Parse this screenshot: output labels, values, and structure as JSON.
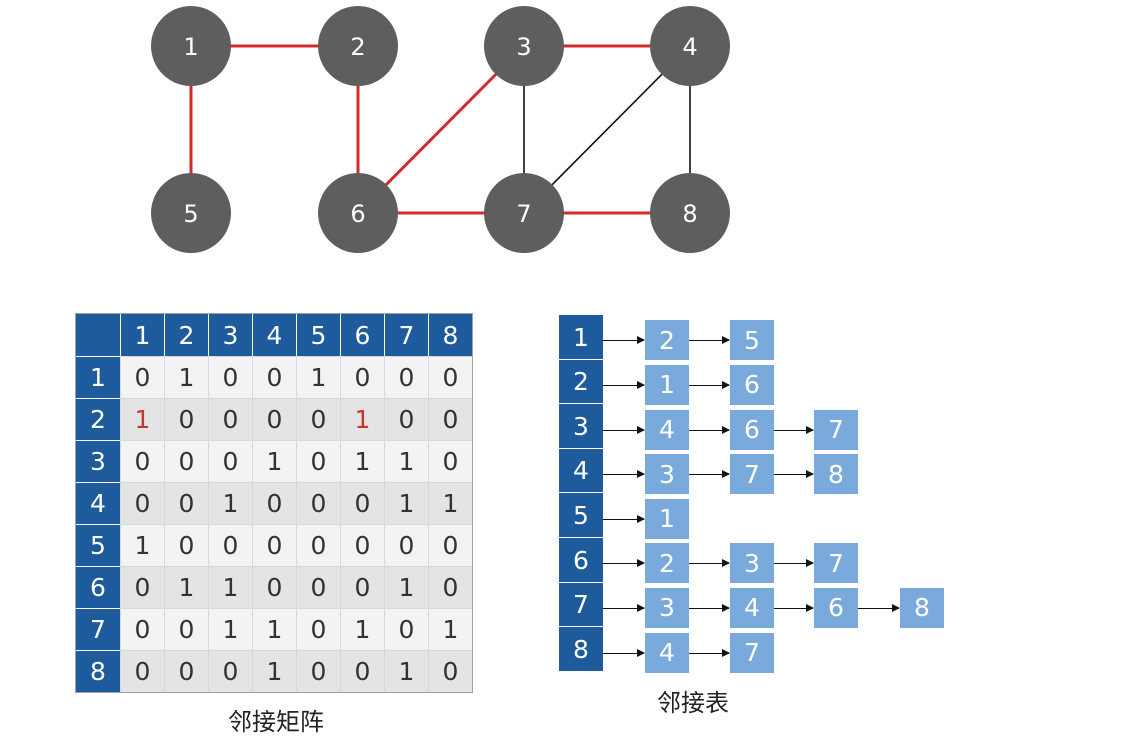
{
  "graph": {
    "nodes": [
      {
        "id": "1",
        "label": "1"
      },
      {
        "id": "2",
        "label": "2"
      },
      {
        "id": "3",
        "label": "3"
      },
      {
        "id": "4",
        "label": "4"
      },
      {
        "id": "5",
        "label": "5"
      },
      {
        "id": "6",
        "label": "6"
      },
      {
        "id": "7",
        "label": "7"
      },
      {
        "id": "8",
        "label": "8"
      }
    ],
    "edges": [
      {
        "from": "1",
        "to": "2",
        "highlight": true
      },
      {
        "from": "1",
        "to": "5",
        "highlight": true
      },
      {
        "from": "2",
        "to": "6",
        "highlight": true
      },
      {
        "from": "3",
        "to": "6",
        "highlight": true
      },
      {
        "from": "3",
        "to": "4",
        "highlight": true
      },
      {
        "from": "6",
        "to": "7",
        "highlight": true
      },
      {
        "from": "7",
        "to": "8",
        "highlight": true
      },
      {
        "from": "3",
        "to": "7",
        "highlight": false
      },
      {
        "from": "4",
        "to": "7",
        "highlight": false
      },
      {
        "from": "4",
        "to": "8",
        "highlight": false
      }
    ],
    "colors": {
      "node": "#5e5e5e",
      "highlight_edge": "#d42a2a",
      "edge": "#111111"
    }
  },
  "matrix": {
    "caption": "邻接矩阵",
    "headers": [
      "1",
      "2",
      "3",
      "4",
      "5",
      "6",
      "7",
      "8"
    ],
    "rows": [
      [
        "0",
        "1",
        "0",
        "0",
        "1",
        "0",
        "0",
        "0"
      ],
      [
        "1",
        "0",
        "0",
        "0",
        "0",
        "1",
        "0",
        "0"
      ],
      [
        "0",
        "0",
        "0",
        "1",
        "0",
        "1",
        "1",
        "0"
      ],
      [
        "0",
        "0",
        "1",
        "0",
        "0",
        "0",
        "1",
        "1"
      ],
      [
        "1",
        "0",
        "0",
        "0",
        "0",
        "0",
        "0",
        "0"
      ],
      [
        "0",
        "1",
        "1",
        "0",
        "0",
        "0",
        "1",
        "0"
      ],
      [
        "0",
        "0",
        "1",
        "1",
        "0",
        "1",
        "0",
        "1"
      ],
      [
        "0",
        "0",
        "0",
        "1",
        "0",
        "0",
        "1",
        "0"
      ]
    ],
    "highlighted_cells": [
      [
        1,
        0
      ],
      [
        1,
        5
      ]
    ],
    "colors": {
      "header": "#1d5b9c",
      "highlight_text": "#c0392b"
    }
  },
  "adjacency_list": {
    "caption": "邻接表",
    "heads": [
      "1",
      "2",
      "3",
      "4",
      "5",
      "6",
      "7",
      "8"
    ],
    "lists": [
      [
        "2",
        "5"
      ],
      [
        "1",
        "6"
      ],
      [
        "4",
        "6",
        "7"
      ],
      [
        "3",
        "7",
        "8"
      ],
      [
        "1"
      ],
      [
        "2",
        "3",
        "7"
      ],
      [
        "3",
        "4",
        "6",
        "8"
      ],
      [
        "4",
        "7"
      ]
    ],
    "colors": {
      "head": "#1d5b9c",
      "node": "#7aa9dc"
    }
  }
}
